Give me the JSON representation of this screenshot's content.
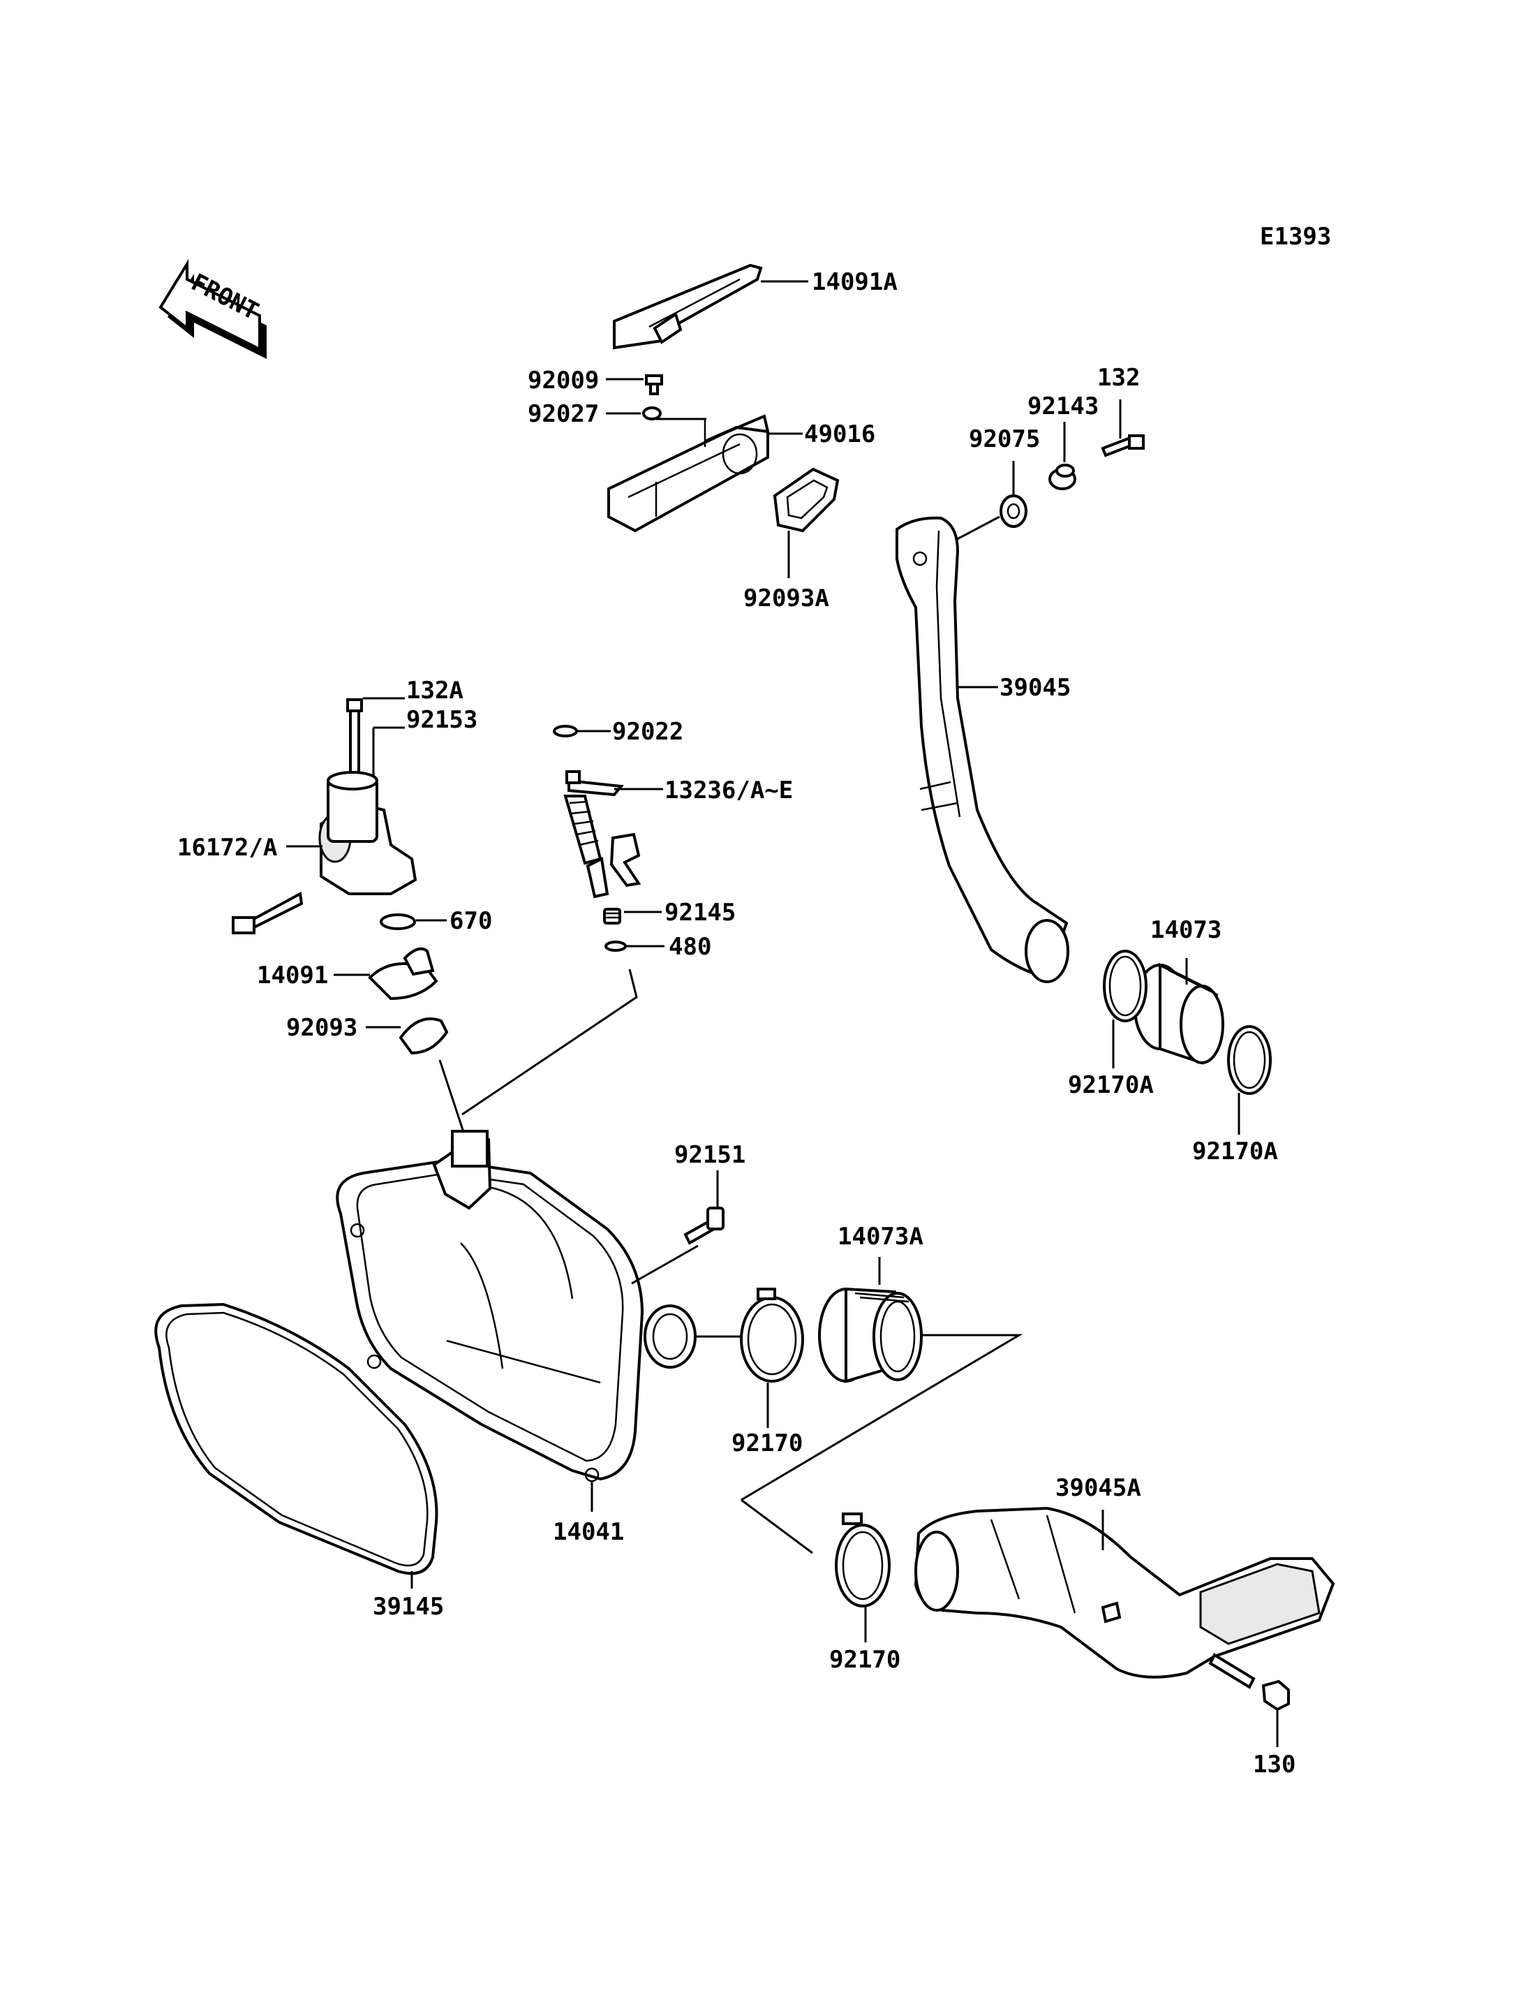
{
  "diagram_code": "E1393",
  "front_badge": "FRONT",
  "labels": {
    "p14091A": "14091A",
    "p92009": "92009",
    "p92027": "92027",
    "p49016": "49016",
    "p92093A": "92093A",
    "p132": "132",
    "p92143": "92143",
    "p92075": "92075",
    "p39045": "39045",
    "p132A": "132A",
    "p92153": "92153",
    "p92022": "92022",
    "p13236": "13236/A~E",
    "p16172": "16172/A",
    "p670": "670",
    "p92145": "92145",
    "p480": "480",
    "p14091": "14091",
    "p92093": "92093",
    "p14073": "14073",
    "p92170A_1": "92170A",
    "p92170A_2": "92170A",
    "p92151": "92151",
    "p14073A": "14073A",
    "p92170_1": "92170",
    "p14041": "14041",
    "p39145": "39145",
    "p39045A": "39045A",
    "p92170_2": "92170",
    "p130": "130"
  }
}
